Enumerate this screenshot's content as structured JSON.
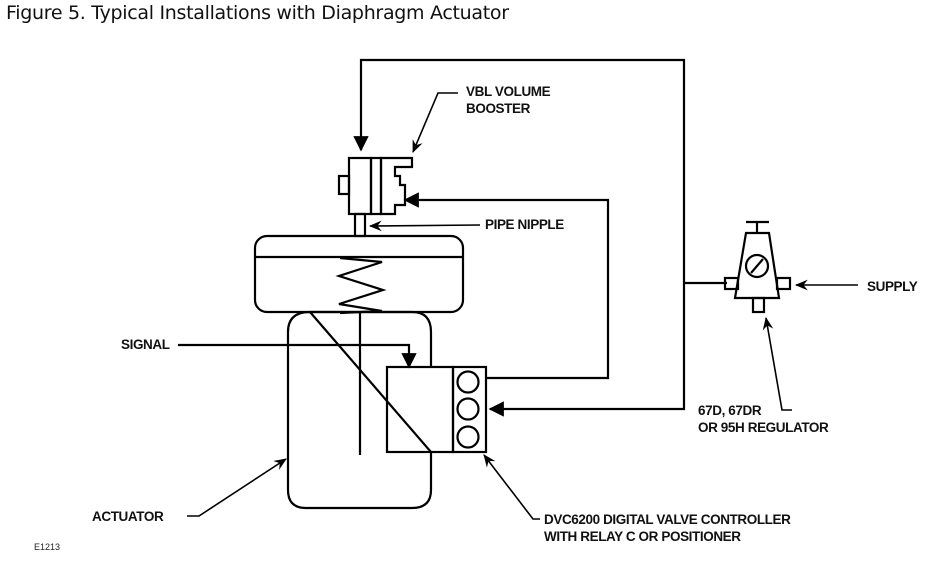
{
  "figure": {
    "title": "Figure 5. Typical Installations with Diaphragm Actuator",
    "figure_id": "E1213"
  },
  "labels": {
    "vbl_line1": "VBL VOLUME",
    "vbl_line2": "BOOSTER",
    "pipe_nipple": "PIPE NIPPLE",
    "signal": "SIGNAL",
    "supply": "SUPPLY",
    "regulator_line1": "67D, 67DR",
    "regulator_line2": "OR 95H REGULATOR",
    "actuator": "ACTUATOR",
    "controller_line1": "DVC6200 DIGITAL VALVE CONTROLLER",
    "controller_line2": "WITH RELAY C OR POSITIONER"
  },
  "components": [
    {
      "id": "volume-booster",
      "name": "VBL Volume Booster"
    },
    {
      "id": "pipe-nipple",
      "name": "Pipe Nipple"
    },
    {
      "id": "diaphragm-casing",
      "name": "Diaphragm Casing with Spring"
    },
    {
      "id": "actuator",
      "name": "Actuator"
    },
    {
      "id": "digital-valve-controller",
      "name": "DVC6200 Digital Valve Controller",
      "ports": 3
    },
    {
      "id": "regulator",
      "name": "67D, 67DR or 95H Regulator"
    }
  ],
  "connections": [
    {
      "from": "regulator",
      "to": "volume-booster",
      "label": "supply line"
    },
    {
      "from": "regulator",
      "to": "digital-valve-controller",
      "label": "supply line"
    },
    {
      "from": "digital-valve-controller",
      "to": "volume-booster",
      "label": "output"
    },
    {
      "from": "signal",
      "to": "digital-valve-controller",
      "label": "SIGNAL"
    },
    {
      "from": "supply",
      "to": "regulator",
      "label": "SUPPLY"
    }
  ]
}
